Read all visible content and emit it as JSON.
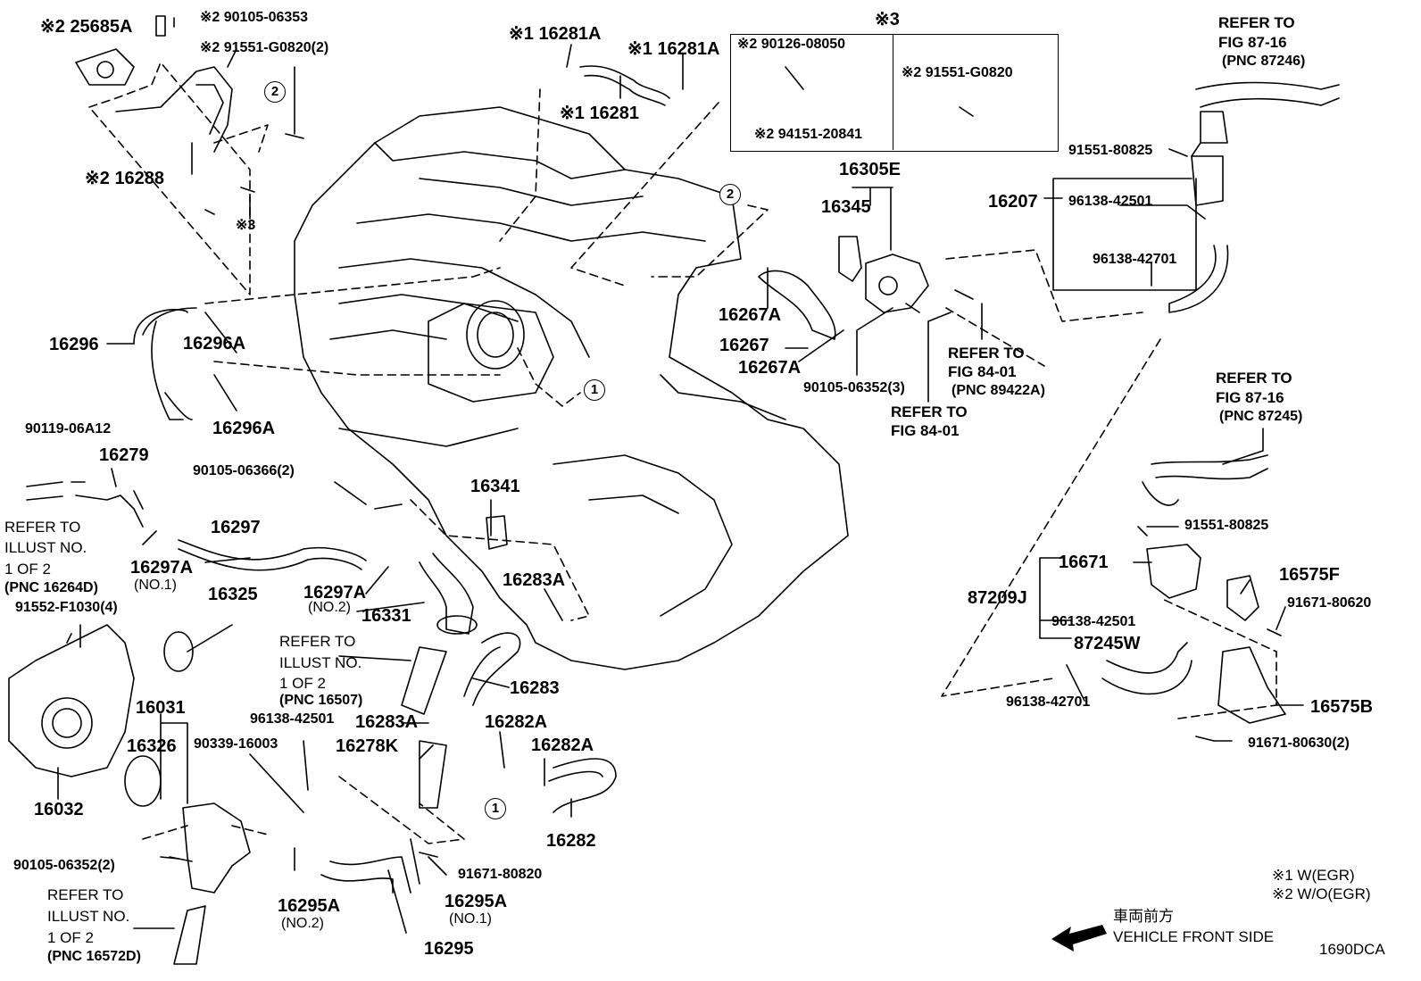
{
  "diagram_id": "1690DCA",
  "legend": {
    "w_egr": "※1 W(EGR)",
    "wo_egr": "※2 W/O(EGR)"
  },
  "front_side": {
    "japanese": "車両前方",
    "english": "VEHICLE FRONT SIDE"
  },
  "box3": {
    "title": "※3",
    "left_a": "※2 90126-08050",
    "left_b": "※2 94151-20841",
    "right_a": "※2 91551-G0820"
  },
  "callouts": {
    "c1": "1",
    "c2": "2"
  },
  "labels": {
    "l25685A": "※2 25685A",
    "l90105_06353": "※2 90105-06353",
    "l91551_G0820_2": "※2 91551-G0820(2)",
    "l16288": "※2 16288",
    "lx3": "※3",
    "l16281A_a": "※1 16281A",
    "l16281A_b": "※1 16281A",
    "l16281": "※1 16281",
    "l16305E": "16305E",
    "l16345": "16345",
    "l16267A_a": "16267A",
    "l16267": "16267",
    "l16267A_b": "16267A",
    "l90105_06352_3": "90105-06352(3)",
    "refer_84_a1": "REFER TO",
    "refer_84_a2": "FIG 84-01",
    "refer_84_a3": "(PNC 89422A)",
    "refer_84_b1": "REFER TO",
    "refer_84_b2": "FIG 84-01",
    "refer_87_a1": "REFER TO",
    "refer_87_a2": "FIG 87-16",
    "refer_87_a3": "(PNC 87246)",
    "l91551_80825_a": "91551-80825",
    "l16207": "16207",
    "l96138_42501_a": "96138-42501",
    "l96138_42701_a": "96138-42701",
    "l16296": "16296",
    "l16296A_a": "16296A",
    "l16296A_b": "16296A",
    "refer_87_b1": "REFER TO",
    "refer_87_b2": "FIG 87-16",
    "refer_87_b3": "(PNC 87245)",
    "l91551_80825_b": "91551-80825",
    "l16671": "16671",
    "l16575F": "16575F",
    "l87209J": "87209J",
    "l91671_80620": "91671-80620",
    "l96138_42501_b": "96138-42501",
    "l87245W": "87245W",
    "l96138_42701_b": "96138-42701",
    "l16575B": "16575B",
    "l91671_80630_2": "91671-80630(2)",
    "l90119_06A12": "90119-06A12",
    "l16279": "16279",
    "refer_illust_a1": "REFER TO",
    "refer_illust_a2": "ILLUST NO.",
    "refer_illust_a3": "1 OF 2",
    "refer_illust_a4": "(PNC 16264D)",
    "l16297A_no1": "16297A",
    "l16297A_no1_sub": "(NO.1)",
    "l16297": "16297",
    "l90105_06366_2": "90105-06366(2)",
    "l16341": "16341",
    "l16297A_no2": "16297A",
    "l16297A_no2_sub": "(NO.2)",
    "l16331": "16331",
    "l16283A_a": "16283A",
    "l16325": "16325",
    "l91552_F1030_4": "91552-F1030(4)",
    "refer_illust_b1": "REFER TO",
    "refer_illust_b2": "ILLUST NO.",
    "refer_illust_b3": "1 OF 2",
    "refer_illust_b4": "(PNC 16507)",
    "l16283": "16283",
    "l16031": "16031",
    "l16326": "16326",
    "l90339_16003": "90339-16003",
    "l96138_42501_c": "96138-42501",
    "l16283A_b": "16283A",
    "l16282A_a": "16282A",
    "l16278K": "16278K",
    "l16282A_b": "16282A",
    "l16032": "16032",
    "l16282": "16282",
    "l90105_06352_2": "90105-06352(2)",
    "l16295A_no2": "16295A",
    "l16295A_no2_sub": "(NO.2)",
    "l91671_80820": "91671-80820",
    "l16295A_no1": "16295A",
    "l16295A_no1_sub": "(NO.1)",
    "l16295": "16295",
    "refer_illust_c1": "REFER TO",
    "refer_illust_c2": "ILLUST NO.",
    "refer_illust_c3": "1 OF 2",
    "refer_illust_c4": "(PNC 16572D)"
  }
}
